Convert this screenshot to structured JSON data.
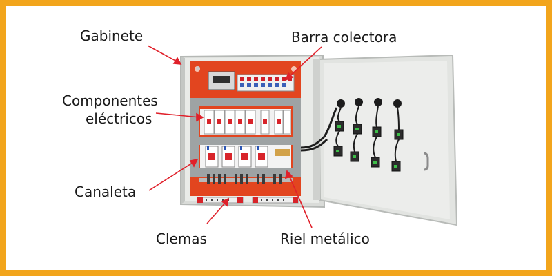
{
  "labels": {
    "gabinete": "Gabinete",
    "barra_colectora": "Barra colectora",
    "componentes_line1": "Componentes",
    "componentes_line2": "eléctricos",
    "canaleta": "Canaleta",
    "clemas": "Clemas",
    "riel_metalico": "Riel metálico"
  },
  "colors": {
    "border": "#f2a51c",
    "arrow": "#e0202a",
    "panel_red": "#e2451f",
    "cabinet": "#e4e6e3",
    "canaleta": "#9ea3a4"
  }
}
